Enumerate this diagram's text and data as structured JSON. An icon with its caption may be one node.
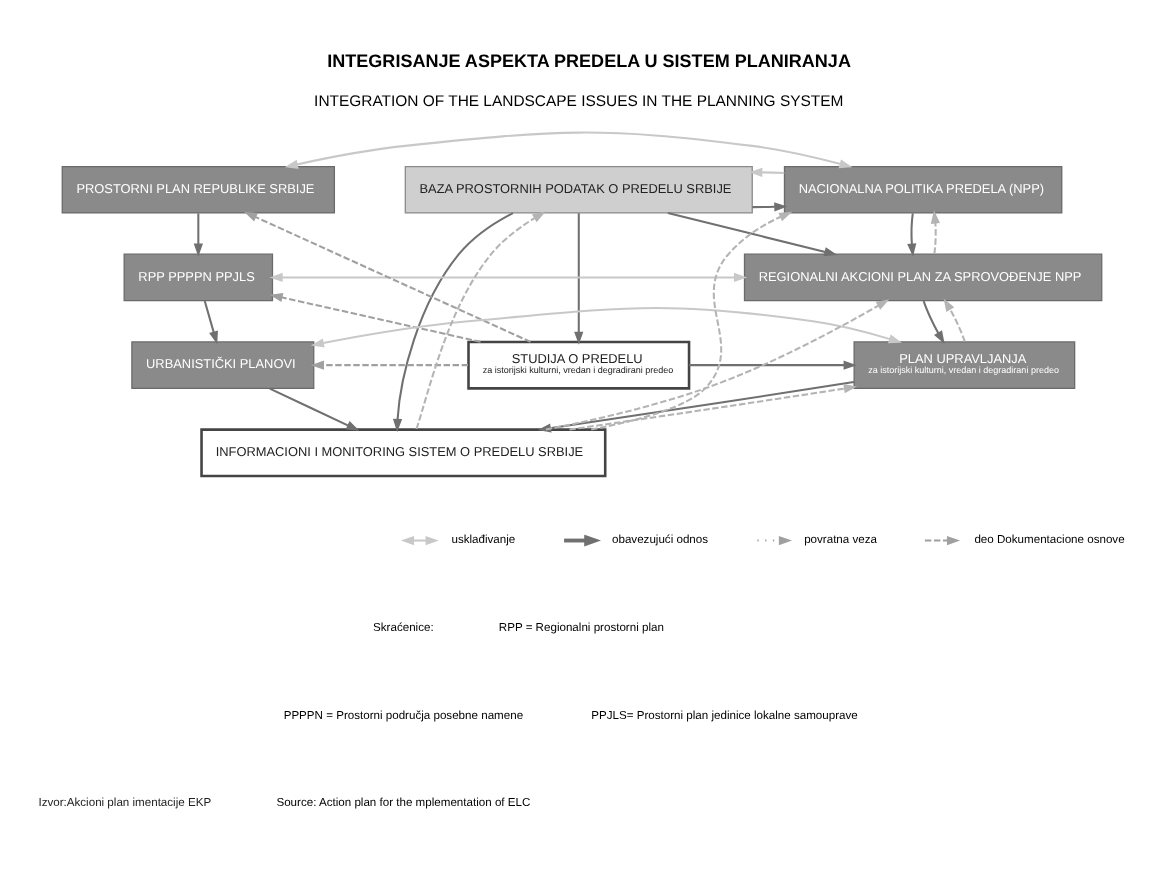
{
  "diagram": {
    "title": "INTEGRISANJE ASPEKTA PREDELA U SISTEM PLANIRANJA",
    "caption": "Izvor:Akcioni plan imentacije EKP",
    "nodes": [
      {
        "text": [
          "PROSTORNI PLAN REPUBLIKE SRBIJE"
        ]
      },
      {
        "text": [
          "BAZA PROSTORNIH PODATAK O PREDELU SRBIJE"
        ]
      },
      {
        "text": [
          "NACIONALNA POLITIKA PREDELA (NPP)"
        ]
      },
      {
        "text": [
          "RPP PPPPN PPJLS"
        ]
      },
      {
        "text": [
          "REGIONALNI AKCIONI PLAN ZA SPROVOĐENJE NPP"
        ]
      },
      {
        "text": [
          "STUDIJA O PREDELU",
          "za istorijski kulturni, vredan i degradirani predeo"
        ]
      },
      {
        "text": [
          "URBANISTIČKI PLANOVI"
        ]
      },
      {
        "text": [
          "PLAN UPRAVLJANJA",
          "za istorijski kulturni, vredan i degradirani predeo"
        ]
      },
      {
        "text": [
          "INFORMACIONI I MONITORING SISTEM O PREDELU SRBIJE"
        ]
      }
    ],
    "edges": [
      {
        "from": 0,
        "to": 3,
        "arrow": "to"
      },
      {
        "from": 3,
        "to": 6,
        "arrow": "to"
      },
      {
        "from": 1,
        "to": 2,
        "arrow": "to"
      },
      {
        "from": 1,
        "to": 4,
        "arrow": "to"
      },
      {
        "from": 1,
        "to": 5,
        "arrow": "to"
      },
      {
        "from": 1,
        "to": 8,
        "arrow": "to"
      },
      {
        "from": 2,
        "to": 4,
        "arrow": "to"
      },
      {
        "from": 4,
        "to": 7,
        "arrow": "to"
      },
      {
        "from": 5,
        "to": 7,
        "arrow": "to"
      },
      {
        "from": 6,
        "to": 8,
        "arrow": "to"
      },
      {
        "from": 7,
        "to": 8,
        "arrow": "to"
      },
      {
        "from": 0,
        "to": 2,
        "arrow": "both",
        "color": "#c8c8c8"
      },
      {
        "from": 2,
        "to": 1,
        "arrow": "to",
        "color": "#c8c8c8"
      },
      {
        "from": 3,
        "to": 4,
        "arrow": "both",
        "color": "#c8c8c8"
      },
      {
        "from": 6,
        "to": 7,
        "arrow": "both",
        "color": "#c8c8c8"
      },
      {
        "from": 5,
        "to": 0,
        "arrow": "to",
        "style": "dashed",
        "color": "#a0a0a0"
      },
      {
        "from": 5,
        "to": 3,
        "arrow": "to",
        "style": "dashed",
        "color": "#a0a0a0"
      },
      {
        "from": 5,
        "to": 6,
        "arrow": "to",
        "style": "dashed",
        "color": "#a0a0a0"
      },
      {
        "from": 8,
        "to": 1,
        "arrow": "to",
        "style": "dashed",
        "color": "#b4b4b4"
      },
      {
        "from": 4,
        "to": 2,
        "arrow": "to",
        "style": "dashed",
        "color": "#b4b4b4"
      },
      {
        "from": 7,
        "to": 4,
        "arrow": "to",
        "style": "dashed",
        "color": "#b4b4b4"
      },
      {
        "from": 8,
        "to": 2,
        "arrow": "to",
        "style": "dashed",
        "color": "#b4b4b4"
      },
      {
        "from": 8,
        "to": 4,
        "arrow": "to",
        "style": "dashed",
        "color": "#b4b4b4"
      },
      {
        "from": 8,
        "to": 7,
        "arrow": "to",
        "style": "dashed",
        "color": "#b4b4b4"
      }
    ],
    "labels": [
      "INTEGRATION OF THE LANDSCAPE ISSUES IN THE PLANNING SYSTEM",
      "Skraćenice:",
      "RPP = Regionalni prostorni plan",
      "PPPPN = Prostorni područja posebne namene",
      "PPJLS= Prostorni plan jedinice lokalne samouprave",
      "Source: Action plan for the mplementation of ELC"
    ],
    "legend": [
      {
        "text": "usklađivanje"
      },
      {
        "text": "obavezujući odnos"
      },
      {
        "text": "povratna veza"
      },
      {
        "text": "deo Dokumentacione osnove"
      }
    ]
  }
}
